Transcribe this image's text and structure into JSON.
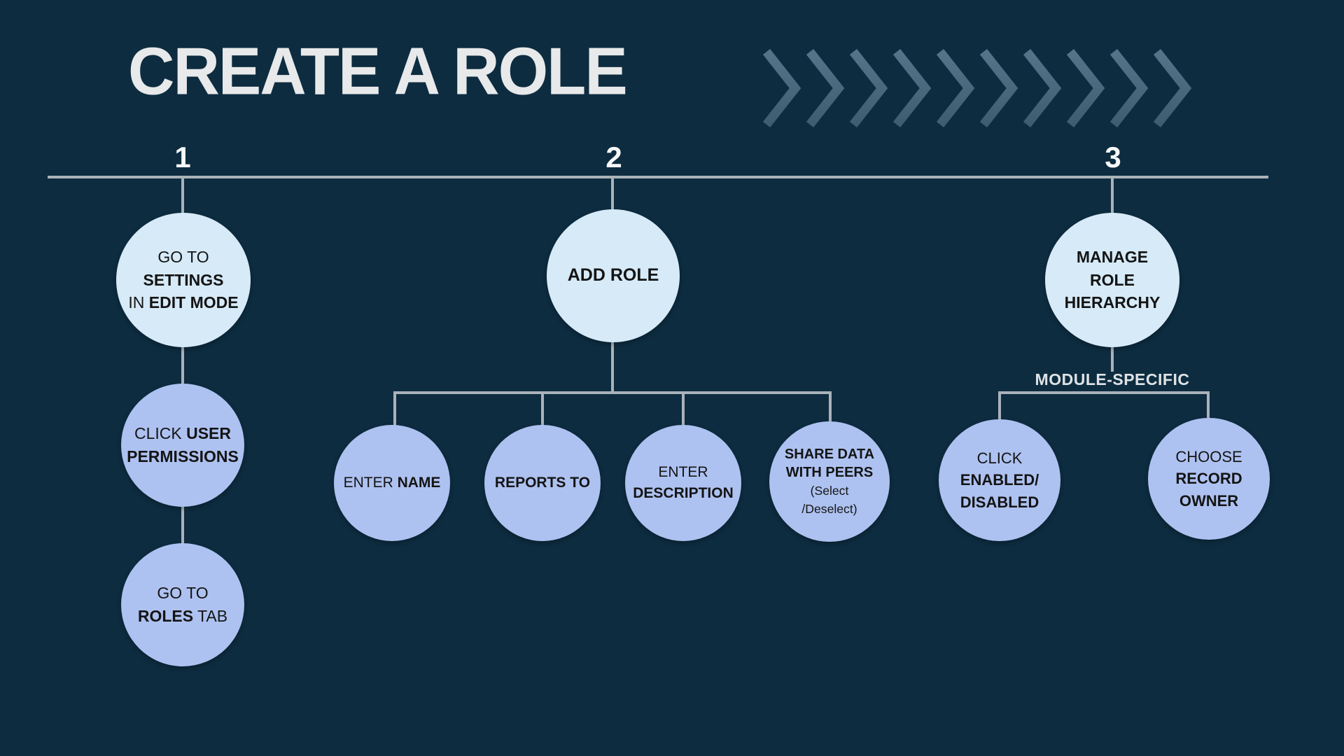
{
  "header": {
    "title": "CREATE A ROLE"
  },
  "decor": {
    "chevron_count": 10
  },
  "colors": {
    "background": "#0d2c40",
    "circle_light": "#d6eaf8",
    "circle_periwinkle": "#aec2f1",
    "line": "#aab2b9",
    "title": "#e8e9ea",
    "chevron": "#4e6a80",
    "text_dark": "#141414",
    "label_light": "#dfe3e6"
  },
  "timeline": {
    "markers": [
      "1",
      "2",
      "3"
    ]
  },
  "labels": {
    "module_specific": "MODULE-SPECIFIC"
  },
  "nodes": {
    "settings": {
      "lines": [
        [
          {
            "t": "GO TO"
          }
        ],
        [
          {
            "t": "SETTINGS",
            "b": 1
          }
        ],
        [
          {
            "t": "IN "
          },
          {
            "t": "EDIT MODE",
            "b": 1
          }
        ]
      ]
    },
    "permissions": {
      "lines": [
        [
          {
            "t": "CLICK "
          },
          {
            "t": "USER",
            "b": 1
          }
        ],
        [
          {
            "t": "PERMISSIONS",
            "b": 1
          }
        ]
      ]
    },
    "roles_tab": {
      "lines": [
        [
          {
            "t": "GO TO"
          }
        ],
        [
          {
            "t": "ROLES",
            "b": 1
          },
          {
            "t": " TAB"
          }
        ]
      ]
    },
    "add_role": {
      "lines": [
        [
          {
            "t": "ADD ROLE",
            "b": 1
          }
        ]
      ]
    },
    "enter_name": {
      "lines": [
        [
          {
            "t": "ENTER "
          },
          {
            "t": "NAME",
            "b": 1
          }
        ]
      ]
    },
    "reports_to": {
      "lines": [
        [
          {
            "t": "REPORTS TO",
            "b": 1
          }
        ]
      ]
    },
    "enter_description": {
      "lines": [
        [
          {
            "t": "ENTER"
          }
        ],
        [
          {
            "t": "DESCRIPTION",
            "b": 1
          }
        ]
      ]
    },
    "share_data": {
      "lines": [
        [
          {
            "t": "SHARE DATA",
            "b": 1
          }
        ],
        [
          {
            "t": "WITH PEERS",
            "b": 1
          }
        ],
        [
          {
            "t": "(Select",
            "s": 1
          }
        ],
        [
          {
            "t": "/Deselect)",
            "s": 1
          }
        ]
      ]
    },
    "manage_hierarchy": {
      "lines": [
        [
          {
            "t": "MANAGE",
            "b": 1
          }
        ],
        [
          {
            "t": "ROLE",
            "b": 1
          }
        ],
        [
          {
            "t": "HIERARCHY",
            "b": 1
          }
        ]
      ]
    },
    "enabled_disabled": {
      "lines": [
        [
          {
            "t": "CLICK"
          }
        ],
        [
          {
            "t": "ENABLED/",
            "b": 1
          }
        ],
        [
          {
            "t": "DISABLED",
            "b": 1
          }
        ]
      ]
    },
    "record_owner": {
      "lines": [
        [
          {
            "t": "CHOOSE"
          }
        ],
        [
          {
            "t": "RECORD",
            "b": 1
          }
        ],
        [
          {
            "t": "OWNER",
            "b": 1
          }
        ]
      ]
    }
  }
}
